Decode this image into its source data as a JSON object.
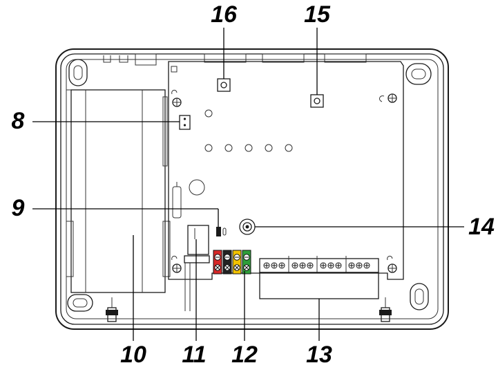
{
  "callouts": {
    "c16": "16",
    "c15": "15",
    "c8": "8",
    "c9": "9",
    "c14": "14",
    "c10": "10",
    "c11": "11",
    "c12": "12",
    "c13": "13"
  },
  "terminal_colors": [
    "#d62828",
    "#222222",
    "#f2c200",
    "#2e9e3a"
  ],
  "icons": [
    "screw-hole-icon",
    "led-icon",
    "button-icon",
    "jumper-icon",
    "antenna-connector-icon",
    "terminal-screw-icon"
  ]
}
